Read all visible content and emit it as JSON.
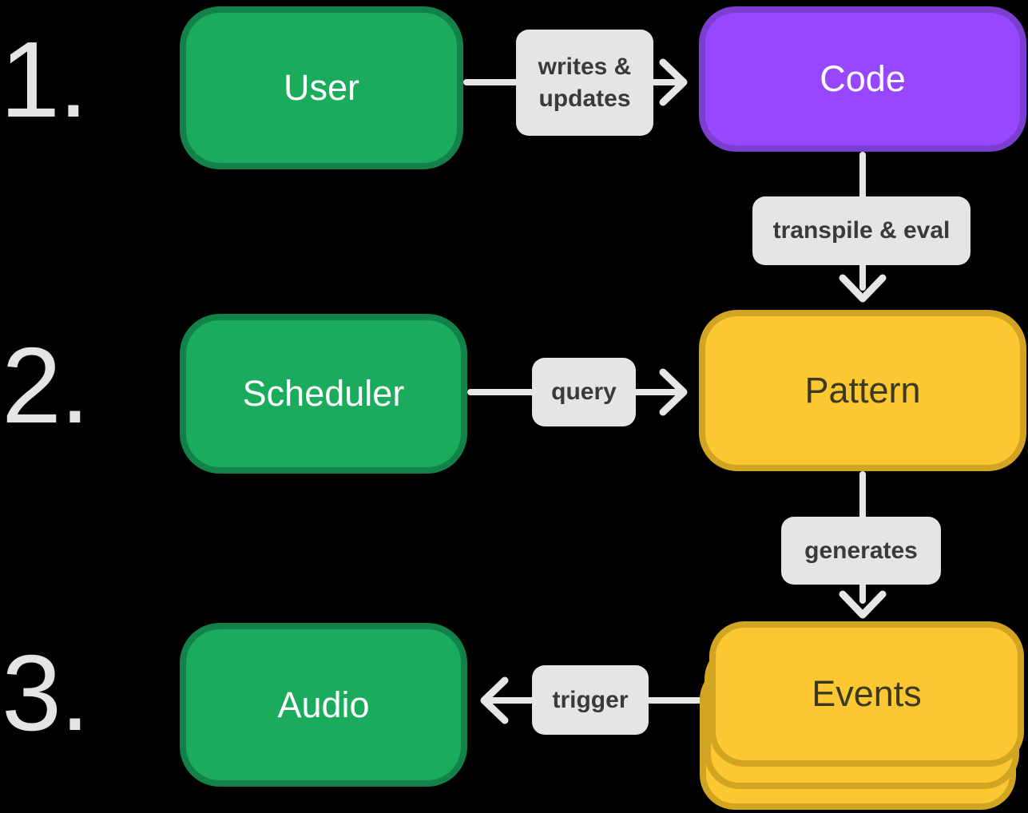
{
  "diagram": {
    "background": "#000000",
    "steps": [
      {
        "number": "1."
      },
      {
        "number": "2."
      },
      {
        "number": "3."
      }
    ],
    "nodes": {
      "user": {
        "label": "User",
        "fill": "#1AAB5C",
        "border": "#128248",
        "text_color": "#FFFFFF"
      },
      "code": {
        "label": "Code",
        "fill": "#9747FF",
        "border": "#7C3ED0",
        "text_color": "#FFFFFF"
      },
      "scheduler": {
        "label": "Scheduler",
        "fill": "#1AAB5C",
        "border": "#128248",
        "text_color": "#FFFFFF"
      },
      "pattern": {
        "label": "Pattern",
        "fill": "#FCC731",
        "border": "#D1A422",
        "text_color": "#3B3920"
      },
      "audio": {
        "label": "Audio",
        "fill": "#1AAB5C",
        "border": "#128248",
        "text_color": "#FFFFFF"
      },
      "events": {
        "label": "Events",
        "fill": "#FCC731",
        "border": "#D1A422",
        "text_color": "#3B3920",
        "stacked_layers": 3
      }
    },
    "edges": {
      "writes_updates": {
        "from": "user",
        "to": "code",
        "direction": "right",
        "label": "writes & updates",
        "line1": "writes &",
        "line2": "updates"
      },
      "transpile_eval": {
        "from": "code",
        "to": "pattern",
        "direction": "down",
        "label": "transpile & eval"
      },
      "query": {
        "from": "scheduler",
        "to": "pattern",
        "direction": "right",
        "label": "query"
      },
      "generates": {
        "from": "pattern",
        "to": "events",
        "direction": "down",
        "label": "generates"
      },
      "trigger": {
        "from": "events",
        "to": "audio",
        "direction": "left",
        "label": "trigger"
      }
    },
    "colors": {
      "edge_label_bg": "#E5E5E5",
      "edge_label_text": "#3A3A3A",
      "arrow": "#E6E6E6",
      "step_number_text": "#E4E4E4"
    }
  }
}
